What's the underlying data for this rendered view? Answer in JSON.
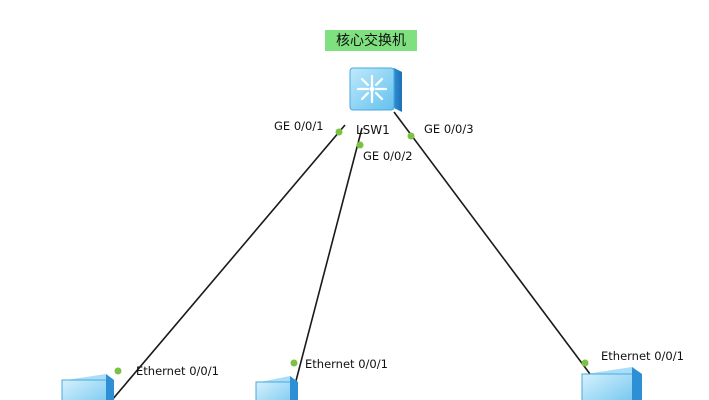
{
  "diagram": {
    "title_tag": {
      "text": "核心交换机",
      "bg_color": "#7fe07f"
    },
    "core_switch": {
      "name": "LSW1",
      "icon": "layer3-switch-icon"
    },
    "links": [
      {
        "switch_port": "GE 0/0/1",
        "pc_port": "Ethernet 0/0/1"
      },
      {
        "switch_port": "GE 0/0/2",
        "pc_port": "Ethernet 0/0/1"
      },
      {
        "switch_port": "GE 0/0/3",
        "pc_port": "Ethernet 0/0/1"
      }
    ],
    "colors": {
      "link_line": "#1a1a1a",
      "port_dot": "#7cc242",
      "device_blue": "#5ab8ea"
    }
  }
}
